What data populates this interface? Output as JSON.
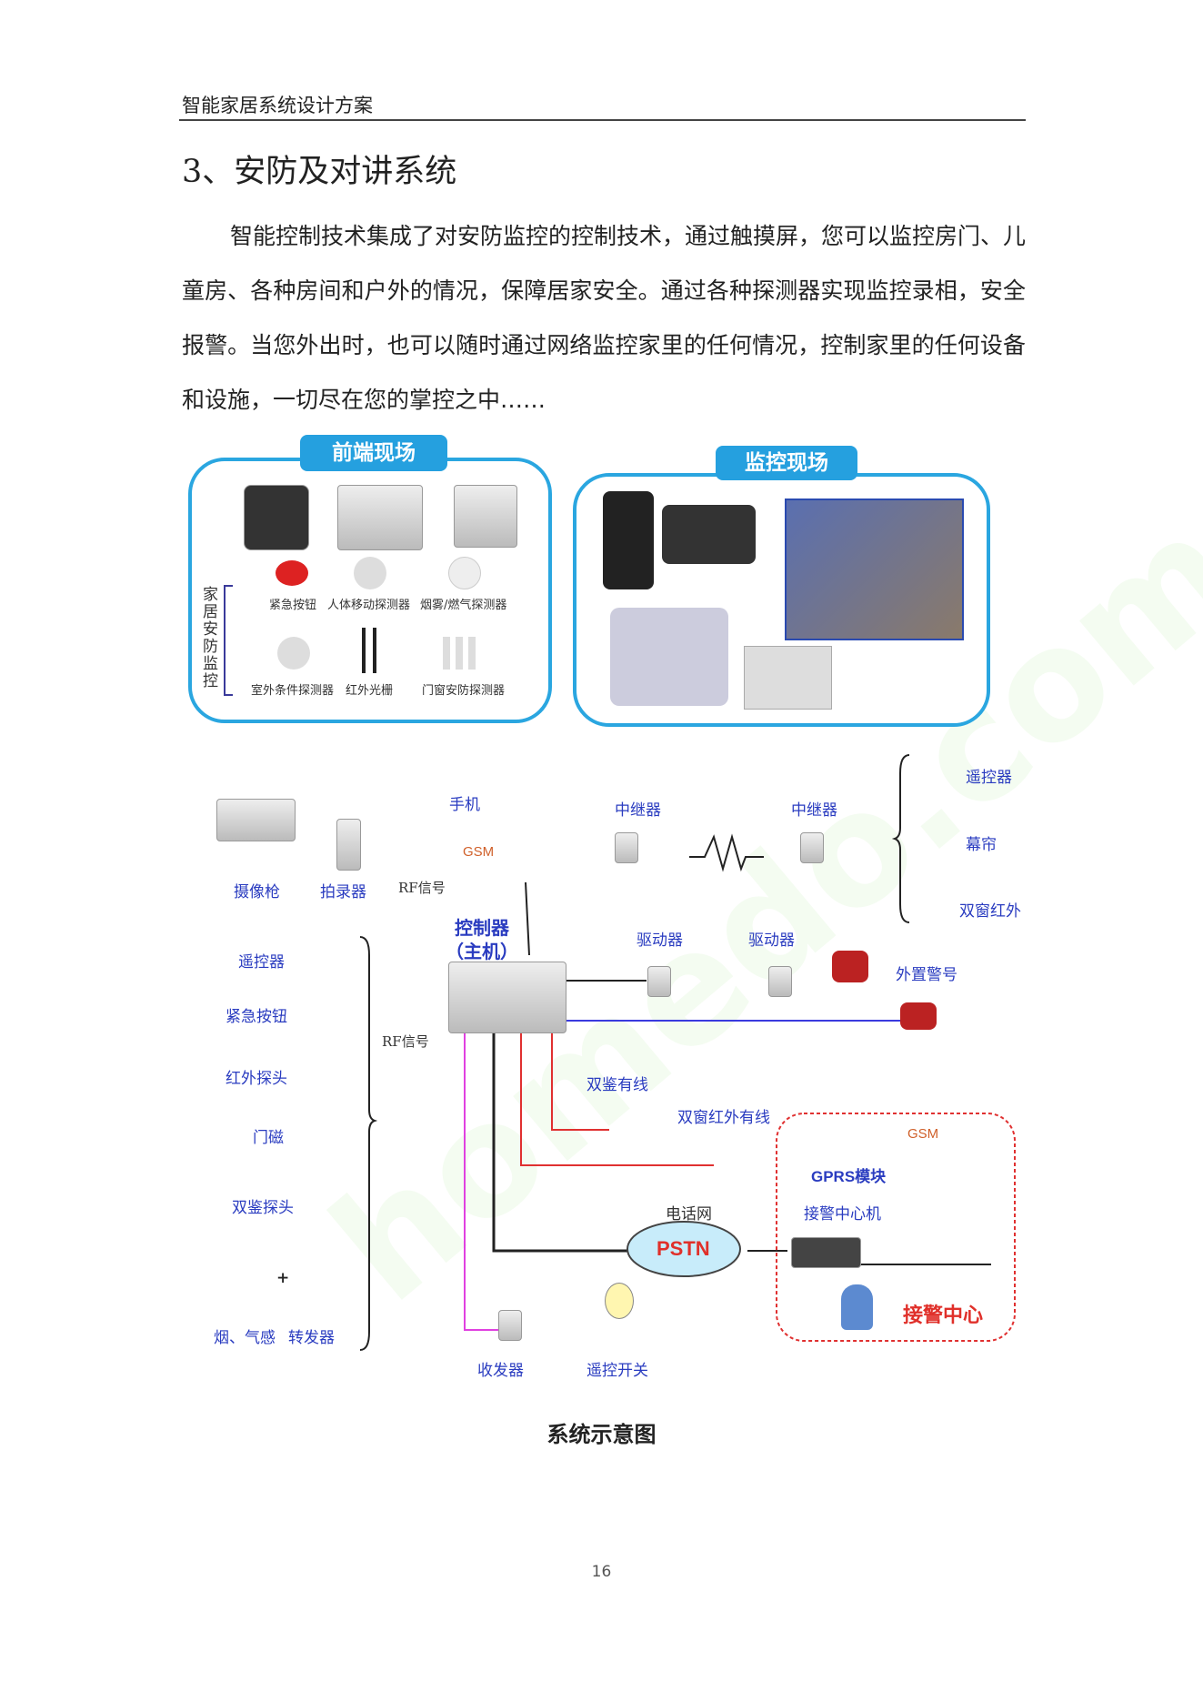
{
  "header": {
    "title": "智能家居系统设计方案"
  },
  "section": {
    "heading": "3、安防及对讲系统",
    "paragraph": "智能控制技术集成了对安防监控的控制技术，通过触摸屏，您可以监控房门、儿童房、各种房间和户外的情况，保障居家安全。通过各种探测器实现监控录相，安全报警。当您外出时，也可以随时通过网络监控家里的任何情况，控制家里的任何设备和设施，一切尽在您的掌控之中……"
  },
  "front_panel": {
    "title": "前端现场",
    "group_label": "家居安防监控",
    "devices": [
      "紧急按钮",
      "人体移动探测器",
      "烟雾/燃气探测器",
      "室外条件探测器",
      "红外光栅",
      "门窗安防探测器"
    ]
  },
  "monitor_panel": {
    "title": "监控现场"
  },
  "diagram": {
    "camera": "摄像枪",
    "recorder": "拍录器",
    "phone": "手机",
    "gsm": "GSM",
    "rf1": "RF信号",
    "repeater1": "中继器",
    "repeater2": "中继器",
    "remote_r": "遥控器",
    "curtain": "幕帘",
    "dual_ir": "双窗红外",
    "controller": "控制器",
    "controller_sub": "（主机）",
    "driver1": "驱动器",
    "driver2": "驱动器",
    "siren": "外置警号",
    "remote_l": "遥控器",
    "emergency": "紧急按钮",
    "ir_probe": "红外探头",
    "door": "门磁",
    "dual_probe": "双鉴探头",
    "smoke": "烟、气感",
    "relay": "转发器",
    "plus": "+",
    "rf2": "RF信号",
    "dual_wired": "双鉴有线",
    "dual_ir_wired": "双窗红外有线",
    "gsm2": "GSM",
    "gprs": "GPRS模块",
    "alarm_host": "接警中心机",
    "phone_net": "电话网",
    "pstn": "PSTN",
    "alarm_center": "接警中心",
    "transceiver": "收发器",
    "remote_switch": "遥控开关"
  },
  "caption": "系统示意图",
  "page_number": "16"
}
